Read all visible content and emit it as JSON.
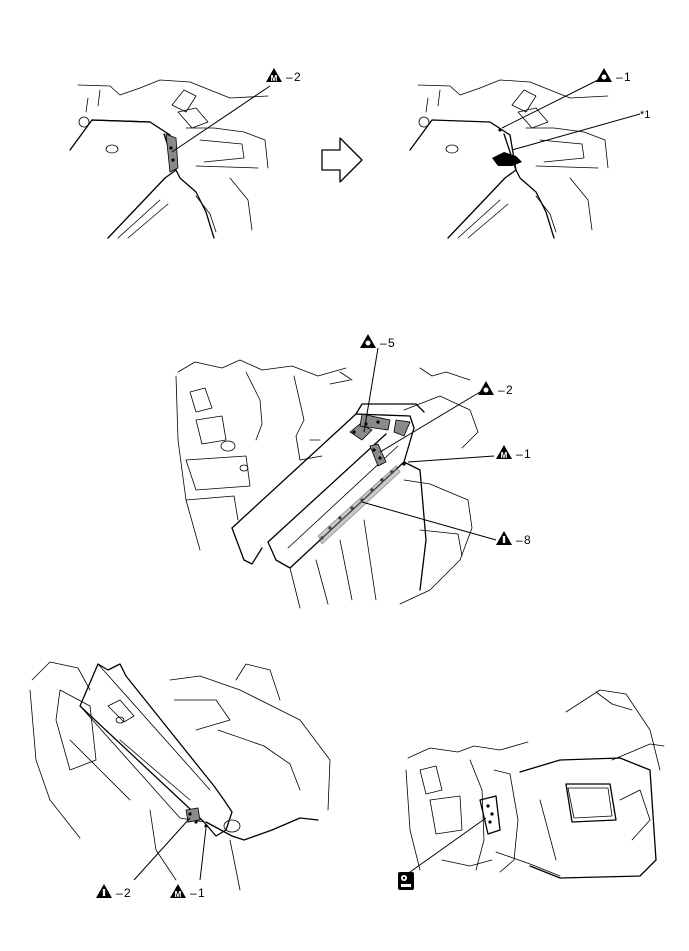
{
  "callouts": {
    "top_left": {
      "symbol": "M",
      "count": "2"
    },
    "top_right": {
      "symbol": "O",
      "count": "1",
      "ref": "*1"
    },
    "middle_5": {
      "symbol": "O",
      "count": "5"
    },
    "middle_2": {
      "symbol": "O",
      "count": "2"
    },
    "middle_1": {
      "symbol": "M",
      "count": "1"
    },
    "middle_8": {
      "symbol": "T",
      "count": "8"
    },
    "bottom_2": {
      "symbol": "T",
      "count": "2"
    },
    "bottom_1": {
      "symbol": "M",
      "count": "1"
    }
  },
  "icons": {
    "arrow": "right-arrow-icon",
    "mig_weld": "weld-mig-icon",
    "spot_weld": "weld-spot-icon",
    "plug_weld": "weld-plug-icon",
    "sealer": "sealer-icon"
  }
}
